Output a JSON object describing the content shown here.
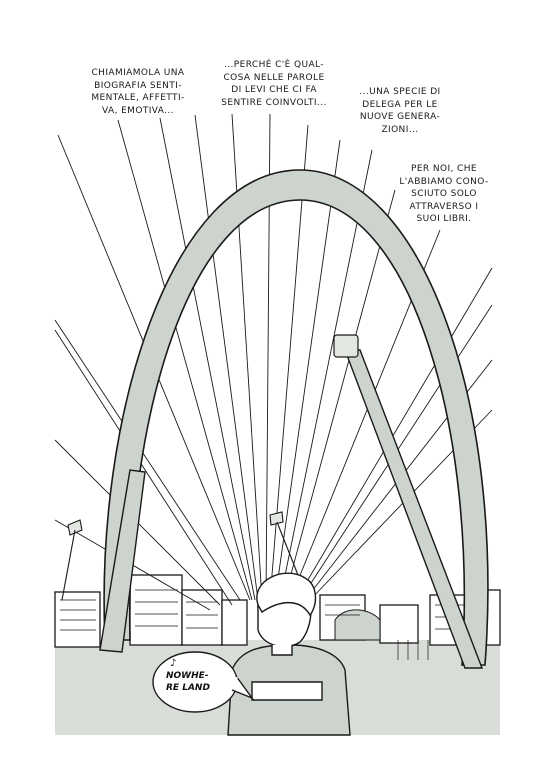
{
  "captions": [
    {
      "lines": [
        "CHIAMIAMOLA UNA",
        "BIOGRAFIA SENTI-",
        "MENTALE, AFFETTI-",
        "VA, EMOTIVA..."
      ]
    },
    {
      "lines": [
        "...PERCHÉ C'È QUAL-",
        "COSA NELLE PAROLE",
        "DI LEVI CHE CI FA",
        "SENTIRE COINVOLTI..."
      ]
    },
    {
      "lines": [
        "...UNA SPECIE DI",
        "DELEGA PER LE",
        "NUOVE GENERA-",
        "ZIONI..."
      ]
    },
    {
      "lines": [
        "PER NOI, CHE",
        "L'ABBIAMO CONO-",
        "SCIUTO SOLO",
        "ATTRAVERSO I",
        "SUOI LIBRI."
      ]
    }
  ],
  "balloon": {
    "note": "♪",
    "lines": [
      "NOWHE-",
      "RE LAND"
    ]
  },
  "colors": {
    "ink": "#1a1a1a",
    "grey_fill": "#cdd3cd",
    "light_fill": "#e3e7e2",
    "paper": "#ffffff"
  }
}
